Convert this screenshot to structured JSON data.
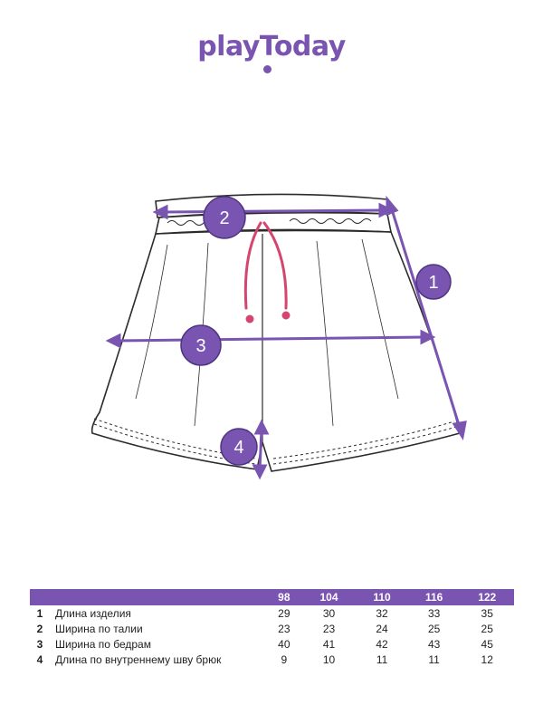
{
  "brand": {
    "logo_text": "playToday",
    "accent_color": "#7a54b1"
  },
  "callouts": [
    {
      "id": "1",
      "text": "1"
    },
    {
      "id": "2",
      "text": "2"
    },
    {
      "id": "3",
      "text": "3"
    },
    {
      "id": "4",
      "text": "4"
    }
  ],
  "drawing": {
    "drawstring_color": "#d4456f",
    "outline_color": "#2b2b2b"
  },
  "size_table": {
    "sizes": [
      "98",
      "104",
      "110",
      "116",
      "122"
    ],
    "rows": [
      {
        "num": "1",
        "label": "Длина изделия",
        "values": [
          "29",
          "30",
          "32",
          "33",
          "35"
        ]
      },
      {
        "num": "2",
        "label": "Ширина по талии",
        "values": [
          "23",
          "23",
          "24",
          "25",
          "25"
        ]
      },
      {
        "num": "3",
        "label": "Ширина по бедрам",
        "values": [
          "40",
          "41",
          "42",
          "43",
          "45"
        ]
      },
      {
        "num": "4",
        "label": "Длина по внутреннему шву брюк",
        "values": [
          "9",
          "10",
          "11",
          "11",
          "12"
        ]
      }
    ]
  }
}
